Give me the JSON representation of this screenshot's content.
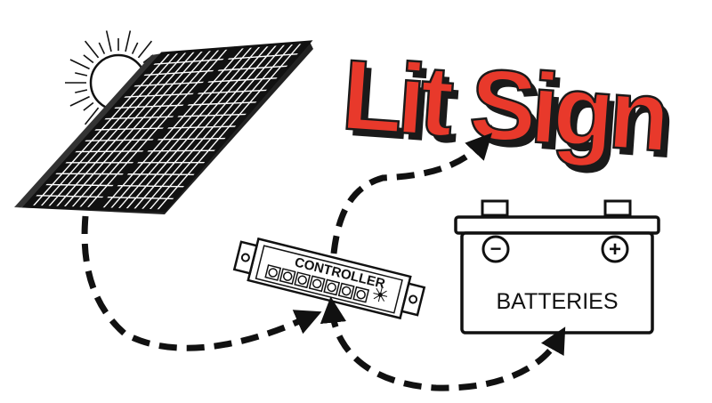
{
  "title": "Lit Sign",
  "controller": {
    "label": "CONTROLLER"
  },
  "battery": {
    "label": "BATTERIES",
    "negative_symbol": "−",
    "positive_symbol": "+"
  },
  "colors": {
    "title_fill": "#e8392b",
    "title_shadow": "#1a1a1a",
    "line": "#111111",
    "background": "#ffffff"
  },
  "icons": [
    "sun-icon",
    "solar-panel-icon",
    "charge-controller-icon",
    "battery-icon",
    "flow-arrow-icon"
  ]
}
